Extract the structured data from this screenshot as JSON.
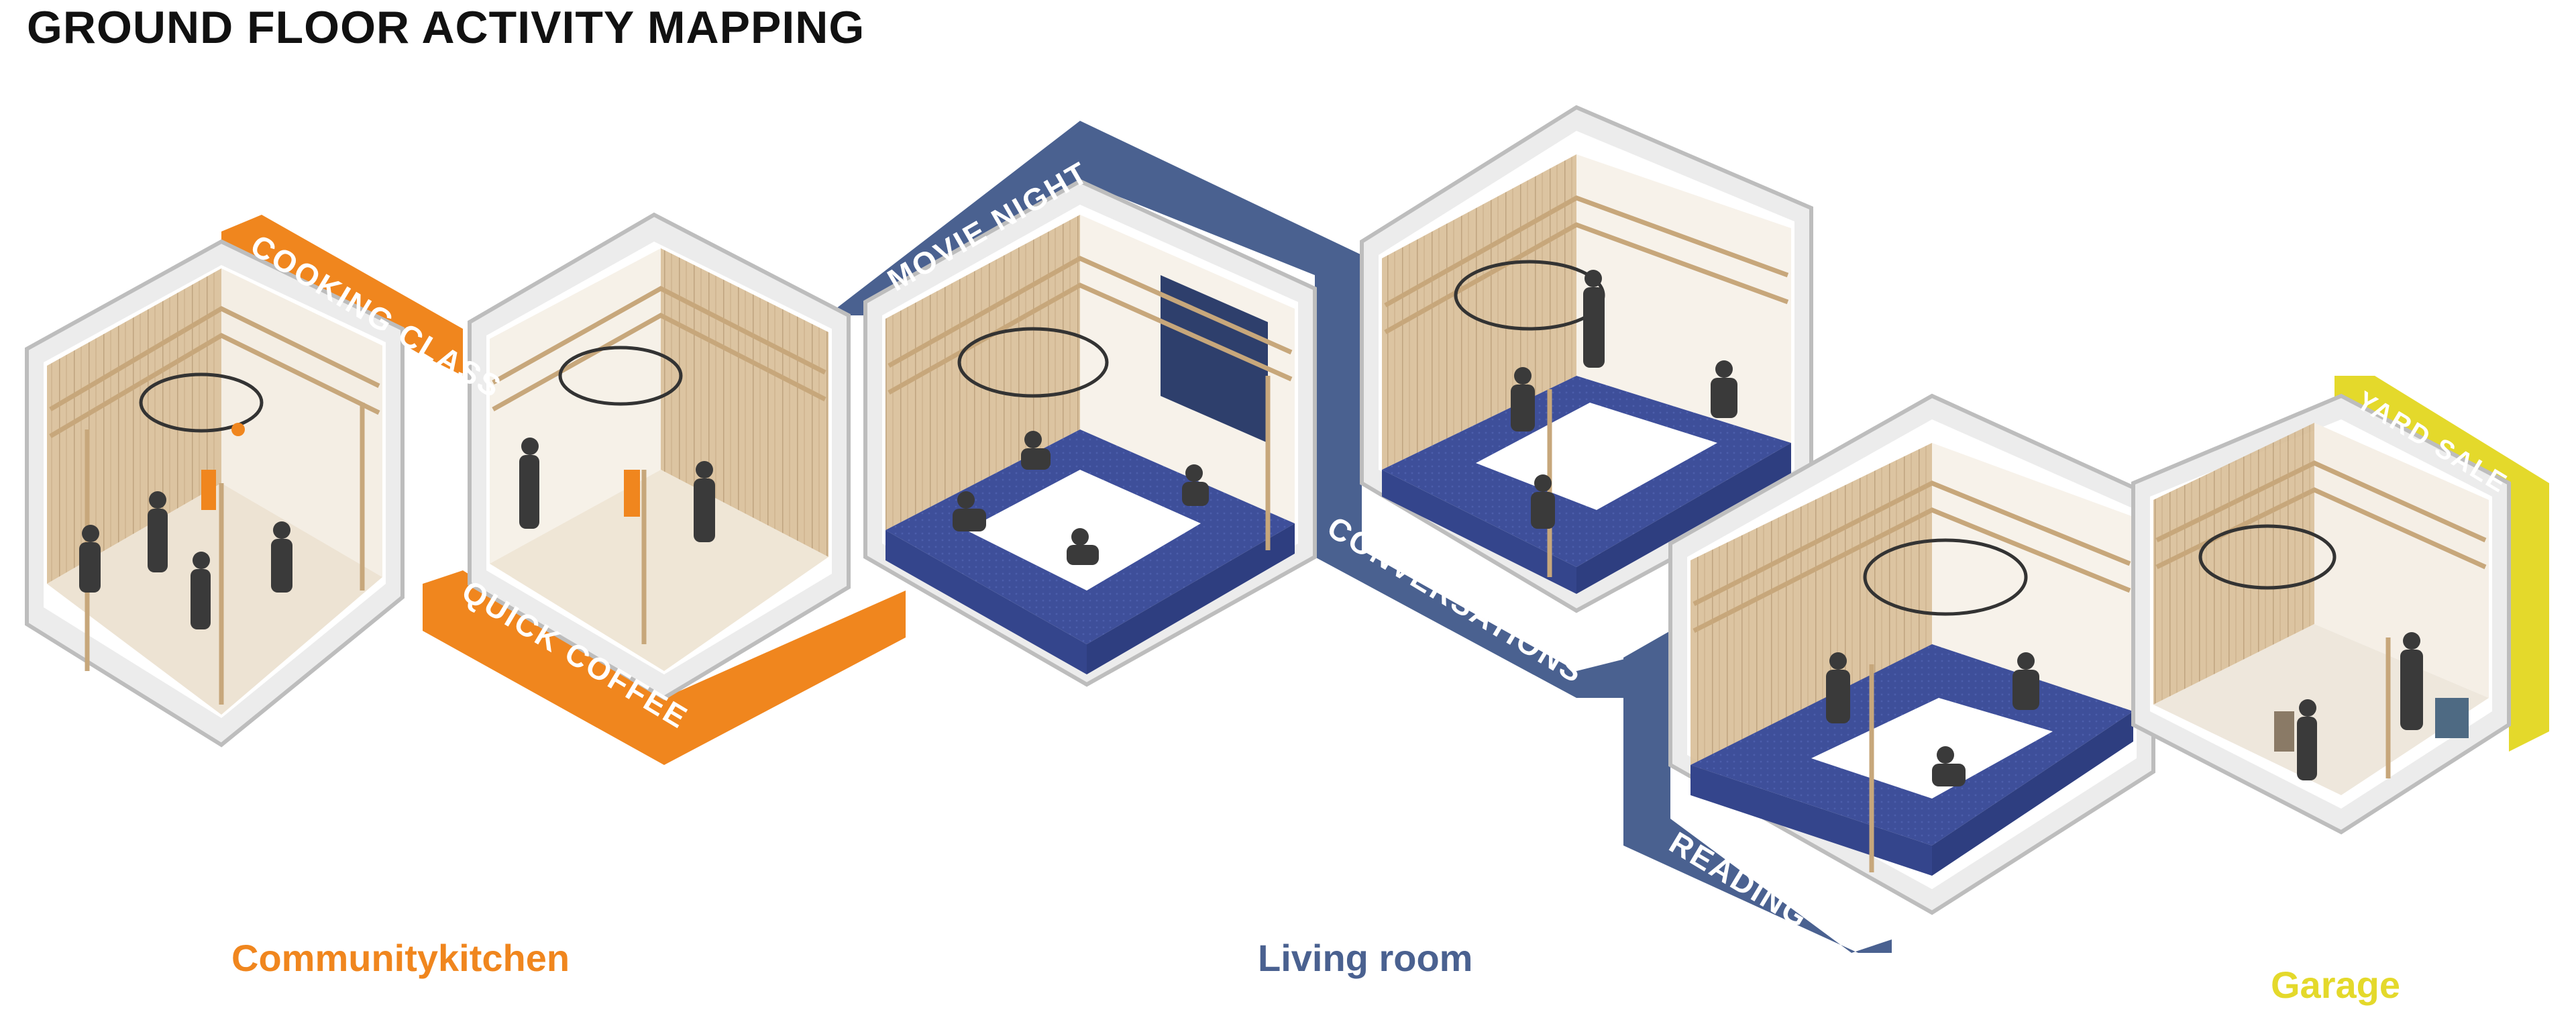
{
  "title": "GROUND FLOOR ACTIVITY MAPPING",
  "colors": {
    "kitchen": "#F0861E",
    "living": "#4A6190",
    "garage": "#E4D92B",
    "frame": "#DCDCDC",
    "wood": "#D9BC94",
    "floor_blue": "#3E4F9A"
  },
  "zones": [
    {
      "label": "Communitykitchen",
      "color": "#F0861E"
    },
    {
      "label": "Living room",
      "color": "#4A6190"
    },
    {
      "label": "Garage",
      "color": "#E4D92B"
    }
  ],
  "activities": [
    {
      "label": "COOKING CLASS",
      "zone": "kitchen"
    },
    {
      "label": "QUICK COFFEE",
      "zone": "kitchen"
    },
    {
      "label": "MOVIE NIGHT",
      "zone": "living"
    },
    {
      "label": "CONVERSATIONS",
      "zone": "living"
    },
    {
      "label": "READING",
      "zone": "living"
    },
    {
      "label": "YARD SALE",
      "zone": "garage"
    }
  ]
}
